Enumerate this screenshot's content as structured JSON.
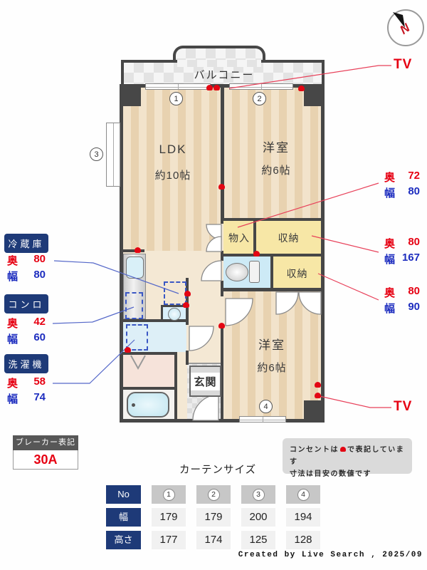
{
  "compass": {
    "north": "N"
  },
  "tv_label_top": "TV",
  "tv_label_bottom": "TV",
  "balcony_label": "バルコニー",
  "rooms": {
    "ldk_name": "LDK",
    "ldk_size": "約10帖",
    "bed1_name": "洋室",
    "bed1_size": "約6帖",
    "bed2_name": "洋室",
    "bed2_size": "約6帖",
    "mono_label": "物入",
    "storage1_label": "収納",
    "storage2_label": "収納",
    "genkan_label": "玄関"
  },
  "window_numbers": [
    "1",
    "2",
    "3",
    "4"
  ],
  "left_callouts": [
    {
      "title": "冷蔵庫",
      "rows": [
        {
          "key": "奥",
          "value": "80"
        },
        {
          "key": "幅",
          "value": "80"
        }
      ]
    },
    {
      "title": "コンロ",
      "rows": [
        {
          "key": "奥",
          "value": "42"
        },
        {
          "key": "幅",
          "value": "60"
        }
      ]
    },
    {
      "title": "洗濯機",
      "rows": [
        {
          "key": "奥",
          "value": "58"
        },
        {
          "key": "幅",
          "value": "74"
        }
      ]
    }
  ],
  "right_callouts": [
    {
      "rows": [
        {
          "key": "奥",
          "value": "72"
        },
        {
          "key": "幅",
          "value": "80"
        }
      ]
    },
    {
      "rows": [
        {
          "key": "奥",
          "value": "80"
        },
        {
          "key": "幅",
          "value": "167"
        }
      ]
    },
    {
      "rows": [
        {
          "key": "奥",
          "value": "80"
        },
        {
          "key": "幅",
          "value": "90"
        }
      ]
    }
  ],
  "breaker": {
    "title": "ブレーカー表記",
    "value": "30A"
  },
  "note": {
    "line1_prefix": "コンセントは",
    "line1_suffix": "で表記しています",
    "line2": "寸法は目安の数値です"
  },
  "curtain_table": {
    "title": "カーテンサイズ",
    "row_labels": [
      "No",
      "幅",
      "高さ"
    ],
    "columns": [
      "1",
      "2",
      "3",
      "4"
    ],
    "width_values": [
      "179",
      "179",
      "200",
      "194"
    ],
    "height_values": [
      "177",
      "174",
      "125",
      "128"
    ]
  },
  "footer_credit": "Created by Live Search , 2025/09",
  "colors": {
    "accent_red": "#e60012",
    "accent_blue": "#1d2dbf",
    "badge_navy": "#1e3a78",
    "wall": "#474747"
  }
}
